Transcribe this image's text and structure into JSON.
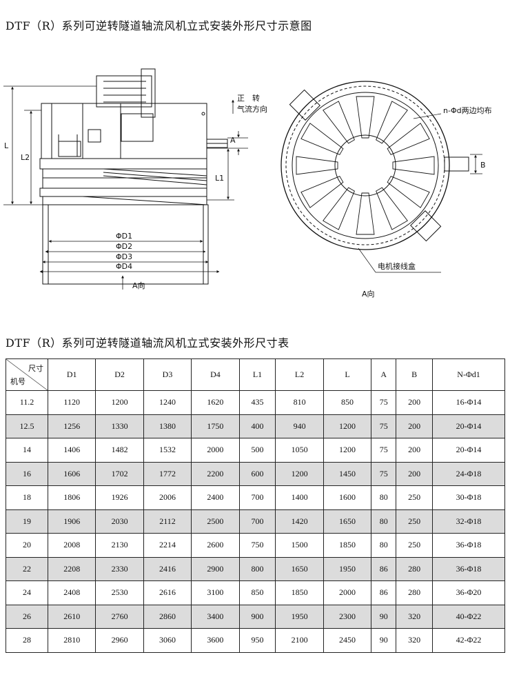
{
  "title_drawing": "DTF（R）系列可逆转隧道轴流风机立式安装外形尺寸示意图",
  "title_table": "DTF（R）系列可逆转隧道轴流风机立式安装外形尺寸表",
  "drawing": {
    "labels": {
      "L": "L",
      "L2": "L2",
      "L1": "L1",
      "A": "A",
      "B": "B",
      "D1": "ΦD1",
      "D2": "ΦD2",
      "D3": "ΦD3",
      "D4": "ΦD4",
      "a_dir_left": "A向",
      "a_dir_right": "A向",
      "rotation_1": "正　转",
      "rotation_2": "气流方向",
      "bolt_holes": "n-Φd两边均布",
      "junction_box": "电机接线盒"
    }
  },
  "table": {
    "corner_top": "尺寸",
    "corner_bottom": "机号",
    "headers": [
      "D1",
      "D2",
      "D3",
      "D4",
      "L1",
      "L2",
      "L",
      "A",
      "B",
      "N-Φd1"
    ],
    "rows": [
      [
        "11.2",
        "1120",
        "1200",
        "1240",
        "1620",
        "435",
        "810",
        "850",
        "75",
        "200",
        "16-Φ14"
      ],
      [
        "12.5",
        "1256",
        "1330",
        "1380",
        "1750",
        "400",
        "940",
        "1200",
        "75",
        "200",
        "20-Φ14"
      ],
      [
        "14",
        "1406",
        "1482",
        "1532",
        "2000",
        "500",
        "1050",
        "1200",
        "75",
        "200",
        "20-Φ14"
      ],
      [
        "16",
        "1606",
        "1702",
        "1772",
        "2200",
        "600",
        "1200",
        "1450",
        "75",
        "200",
        "24-Φ18"
      ],
      [
        "18",
        "1806",
        "1926",
        "2006",
        "2400",
        "700",
        "1400",
        "1600",
        "80",
        "250",
        "30-Φ18"
      ],
      [
        "19",
        "1906",
        "2030",
        "2112",
        "2500",
        "700",
        "1420",
        "1650",
        "80",
        "250",
        "32-Φ18"
      ],
      [
        "20",
        "2008",
        "2130",
        "2214",
        "2600",
        "750",
        "1500",
        "1850",
        "80",
        "250",
        "36-Φ18"
      ],
      [
        "22",
        "2208",
        "2330",
        "2416",
        "2900",
        "800",
        "1650",
        "1950",
        "86",
        "280",
        "36-Φ18"
      ],
      [
        "24",
        "2408",
        "2530",
        "2616",
        "3100",
        "850",
        "1850",
        "2000",
        "86",
        "280",
        "36-Φ20"
      ],
      [
        "26",
        "2610",
        "2760",
        "2860",
        "3400",
        "900",
        "1950",
        "2300",
        "90",
        "320",
        "40-Φ22"
      ],
      [
        "28",
        "2810",
        "2960",
        "3060",
        "3600",
        "950",
        "2100",
        "2450",
        "90",
        "320",
        "42-Φ22"
      ]
    ]
  }
}
